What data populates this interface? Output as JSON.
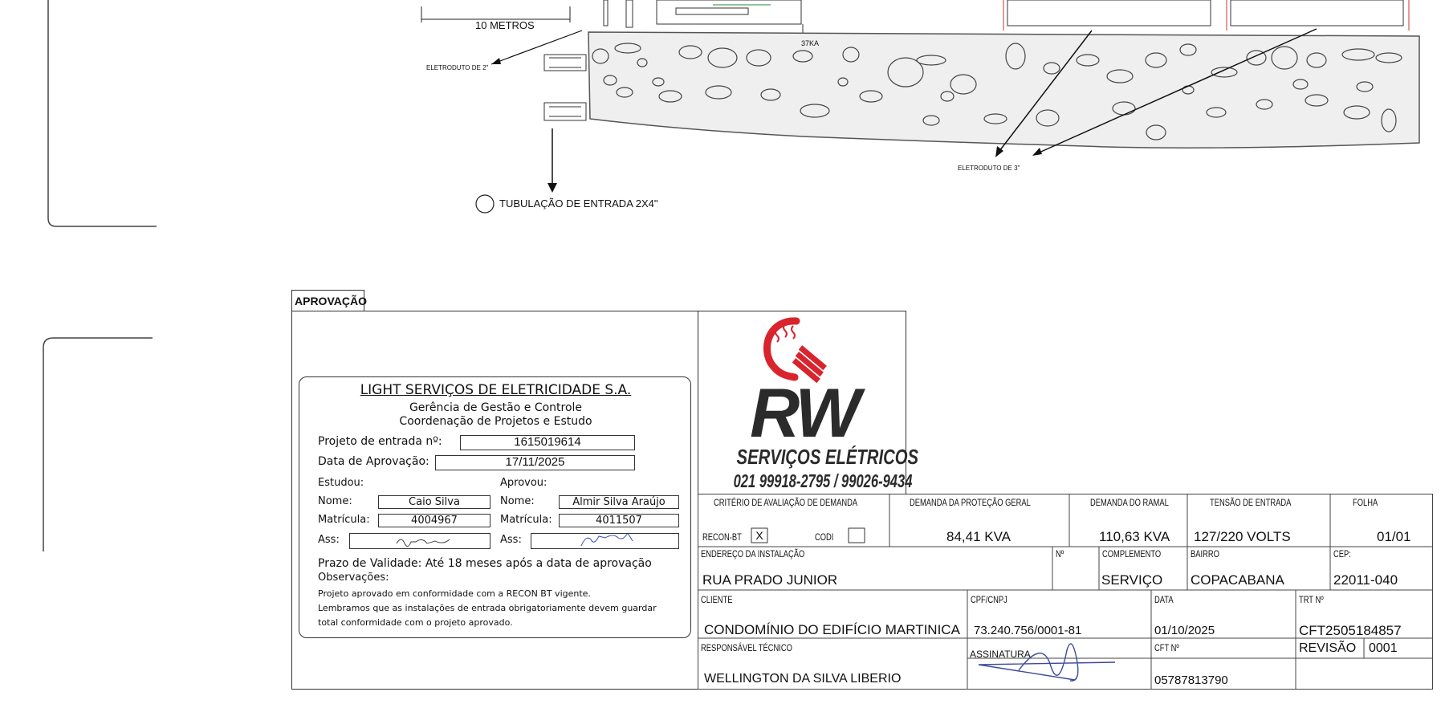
{
  "drawing": {
    "dim_label": "10 METROS",
    "conduit_2": "ELETRODUTO DE 2\"",
    "conduit_3": "ELETRODUTO DE 3\"",
    "ka_label": "37KA",
    "pipe_label": "TUBULAÇÃO DE ENTRADA 2X4\""
  },
  "approval": {
    "title": "APROVAÇÃO",
    "company": "LIGHT  SERVIÇOS  DE  ELETRICIDADE  S.A.",
    "dept1": "Gerência de Gestão e Controle",
    "dept2": "Coordenação de Projetos e Estudo",
    "project_label": "Projeto de entrada nº:",
    "project_value": "1615019614",
    "date_label": "Data de Aprovação:",
    "date_value": "17/11/2025",
    "studied_label": "Estudou:",
    "approved_label": "Aprovou:",
    "name_label": "Nome:",
    "reg_label": "Matrícula:",
    "sig_label": "Ass:",
    "studied_name": "Caio Silva",
    "studied_reg": "4004967",
    "approved_name": "Almir Silva Araújo",
    "approved_reg": "4011507",
    "validity": "Prazo de Validade: Até 18 meses após a data de aprovação",
    "obs_label": "Observações:",
    "obs1": "Projeto aprovado em conformidade com a RECON BT vigente.",
    "obs2": "Lembramos que as instalações de entrada obrigatoriamente devem guardar",
    "obs3": "total conformidade com o projeto aprovado."
  },
  "logo": {
    "letters": "RW",
    "tagline": "SERVIÇOS ELÉTRICOS",
    "phones": "021 99918-2795 / 99026-9434",
    "colors": {
      "red": "#d9232d",
      "dark": "#2b2b2b"
    }
  },
  "title_block": {
    "criterion_label": "CRITÉRIO DE AVALIAÇÃO DE DEMANDA",
    "recon_label": "RECON-BT",
    "recon_mark": "X",
    "codi_label": "CODI",
    "demand_general_label": "DEMANDA DA PROTEÇÃO GERAL",
    "demand_general_value": "84,41 KVA",
    "demand_branch_label": "DEMANDA DO RAMAL",
    "demand_branch_value": "110,63 KVA",
    "voltage_label": "TENSÃO DE ENTRADA",
    "voltage_value": "127/220 VOLTS",
    "sheet_label": "FOLHA",
    "sheet_value": "01/01",
    "address_label": "ENDEREÇO DA INSTALAÇÃO",
    "address_value": "RUA PRADO JUNIOR",
    "number_label": "Nº",
    "complement_label": "COMPLEMENTO",
    "complement_value": "SERVIÇO",
    "district_label": "BAIRRO",
    "district_value": "COPACABANA",
    "cep_label": "CEP:",
    "cep_value": "22011-040",
    "client_label": "CLIENTE",
    "client_value": "CONDOMÍNIO DO EDIFÍCIO MARTINICA",
    "cpf_label": "CPF/CNPJ",
    "cpf_value": "73.240.756/0001-81",
    "date_label": "DATA",
    "date_value": "01/10/2025",
    "trt_label": "TRT Nº",
    "trt_value": "CFT2505184857",
    "tech_label": "RESPONSÁVEL TÉCNICO",
    "tech_value": "WELLINGTON DA SILVA LIBERIO",
    "signature_label": "ASSINATURA",
    "cft_label": "CFT Nº",
    "cft_value": "05787813790",
    "revision_label": "REVISÃO",
    "revision_value": "0001"
  }
}
